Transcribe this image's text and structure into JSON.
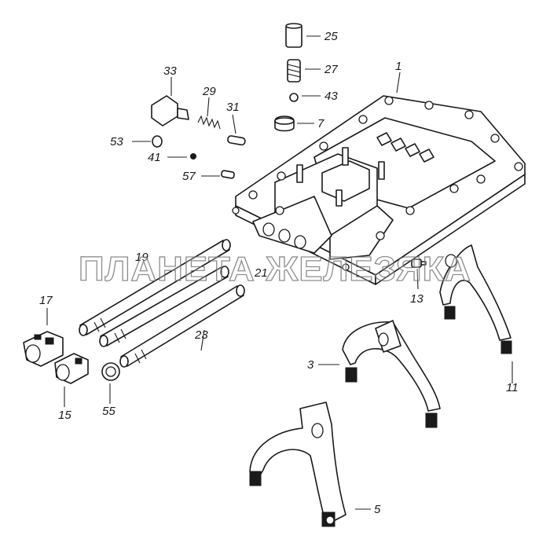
{
  "watermark": "ПЛАНЕТА ЖЕЛЕЗЯКА",
  "callouts": {
    "c1": "1",
    "c3": "3",
    "c5": "5",
    "c7": "7",
    "c11": "11",
    "c13": "13",
    "c15": "15",
    "c17": "17",
    "c19": "19",
    "c21": "21",
    "c23": "23",
    "c25": "25",
    "c27": "27",
    "c29": "29",
    "c31": "31",
    "c33": "33",
    "c41": "41",
    "c43": "43",
    "c53": "53",
    "c55": "55",
    "c57": "57"
  }
}
